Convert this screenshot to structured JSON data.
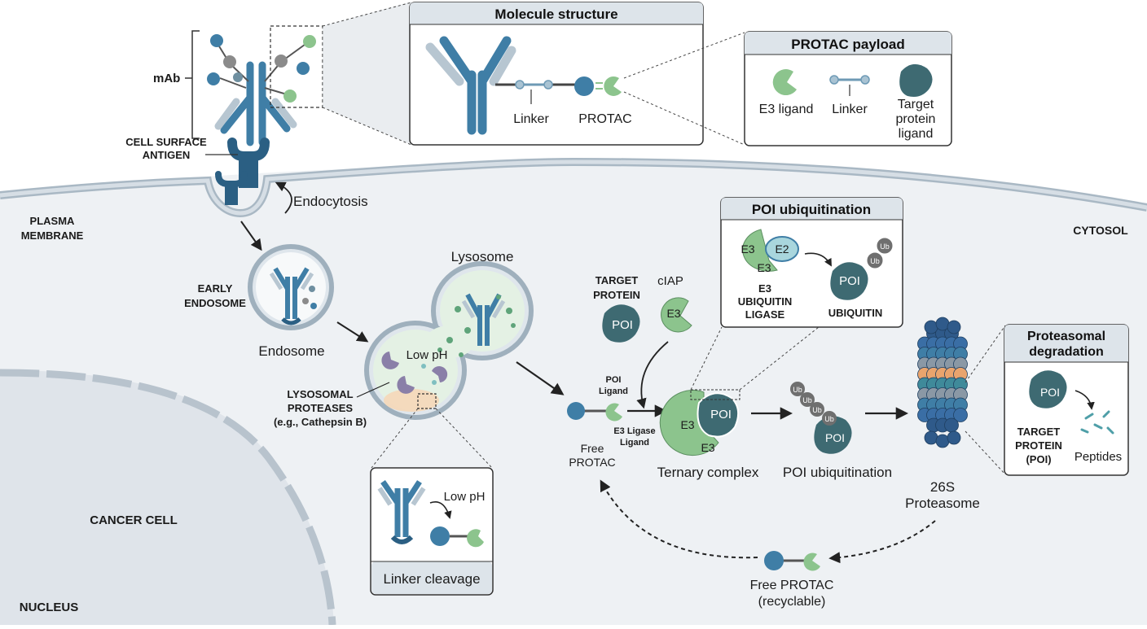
{
  "labels": {
    "mab": "mAb",
    "cell_surface_antigen": [
      "CELL SURFACE",
      "ANTIGEN"
    ],
    "endocytosis": "Endocytosis",
    "plasma_membrane": [
      "PLASMA",
      "MEMBRANE"
    ],
    "cytosol": "CYTOSOL",
    "early_endosome": [
      "EARLY",
      "ENDOSOME"
    ],
    "endosome": "Endosome",
    "lysosome": "Lysosome",
    "low_ph": "Low pH",
    "lysosomal_proteases": [
      "LYSOSOMAL",
      "PROTEASES",
      "(e.g., Cathepsin B)"
    ],
    "cancer_cell": "CANCER CELL",
    "nucleus": "NUCLEUS",
    "target_protein": [
      "TARGET",
      "PROTEIN"
    ],
    "ciap": "cIAP",
    "poi": "POI",
    "e3": "E3",
    "e2": "E2",
    "ub": "Ub",
    "poi_ligand": [
      "POI",
      "Ligand"
    ],
    "e3_ligase_ligand": [
      "E3 Ligase",
      "Ligand"
    ],
    "free_protac": [
      "Free",
      "PROTAC"
    ],
    "ternary_complex": "Ternary complex",
    "poi_ubiquitination_label": "POI ubiquitination",
    "proteasome": [
      "26S",
      "Proteasome"
    ],
    "free_protac_recyclable": [
      "Free PROTAC",
      "(recyclable)"
    ]
  },
  "boxes": {
    "molecule_structure": {
      "title": "Molecule structure",
      "linker": "Linker",
      "protac": "PROTAC"
    },
    "protac_payload": {
      "title": "PROTAC payload",
      "e3_ligand": "E3 ligand",
      "linker": "Linker",
      "target_ligand": [
        "Target",
        "protein",
        "ligand"
      ]
    },
    "poi_ubiquitination": {
      "title": "POI ubiquitination",
      "e3_ubiquitin_ligase": [
        "E3",
        "UBIQUITIN",
        "LIGASE"
      ],
      "ubiquitin": "UBIQUITIN"
    },
    "proteasomal_degradation": {
      "title": [
        "Proteasomal",
        "degradation"
      ],
      "target_protein": [
        "TARGET",
        "PROTEIN",
        "(POI)"
      ],
      "peptides": "Peptides"
    },
    "linker_cleavage": {
      "title": "Linker cleavage",
      "low_ph": "Low pH"
    }
  },
  "colors": {
    "antibody_blue": "#3f7ea6",
    "antibody_dark": "#2b5f83",
    "antibody_grey": "#b7c6d1",
    "e3_green": "#8cc48d",
    "poi_dark": "#3e6a72",
    "membrane": "#b4c2cd",
    "cytosol_fill": "#eef1f4",
    "nucleus_fill": "#dfe4ea",
    "lysosome_green": "#dff0df",
    "protease_purple": "#8a7fa8",
    "orange": "#e9a46d",
    "ub_grey": "#6f6f6f"
  }
}
